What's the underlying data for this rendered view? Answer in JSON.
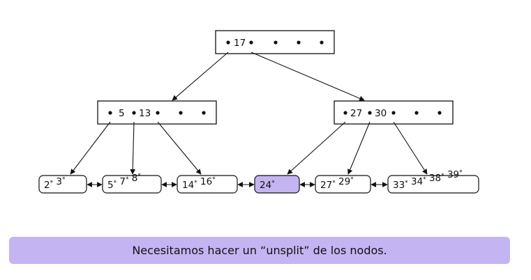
{
  "tree": {
    "root": {
      "keys": [
        "17"
      ]
    },
    "internal": [
      {
        "keys": [
          "5",
          "13"
        ]
      },
      {
        "keys": [
          "27",
          "30"
        ]
      }
    ],
    "leaves": [
      {
        "entries": [
          "2",
          "3"
        ],
        "highlighted": false
      },
      {
        "entries": [
          "5",
          "7",
          "8"
        ],
        "highlighted": false
      },
      {
        "entries": [
          "14",
          "16"
        ],
        "highlighted": false
      },
      {
        "entries": [
          "24"
        ],
        "highlighted": true
      },
      {
        "entries": [
          "27",
          "29"
        ],
        "highlighted": false
      },
      {
        "entries": [
          "33",
          "34",
          "38",
          "39"
        ],
        "highlighted": false
      }
    ],
    "colors": {
      "highlight": "#c4b5f2",
      "banner": "#c4b5f2",
      "stroke": "#111111"
    }
  },
  "banner": {
    "text": "Necesitamos hacer un “unsplit” de los nodos."
  }
}
